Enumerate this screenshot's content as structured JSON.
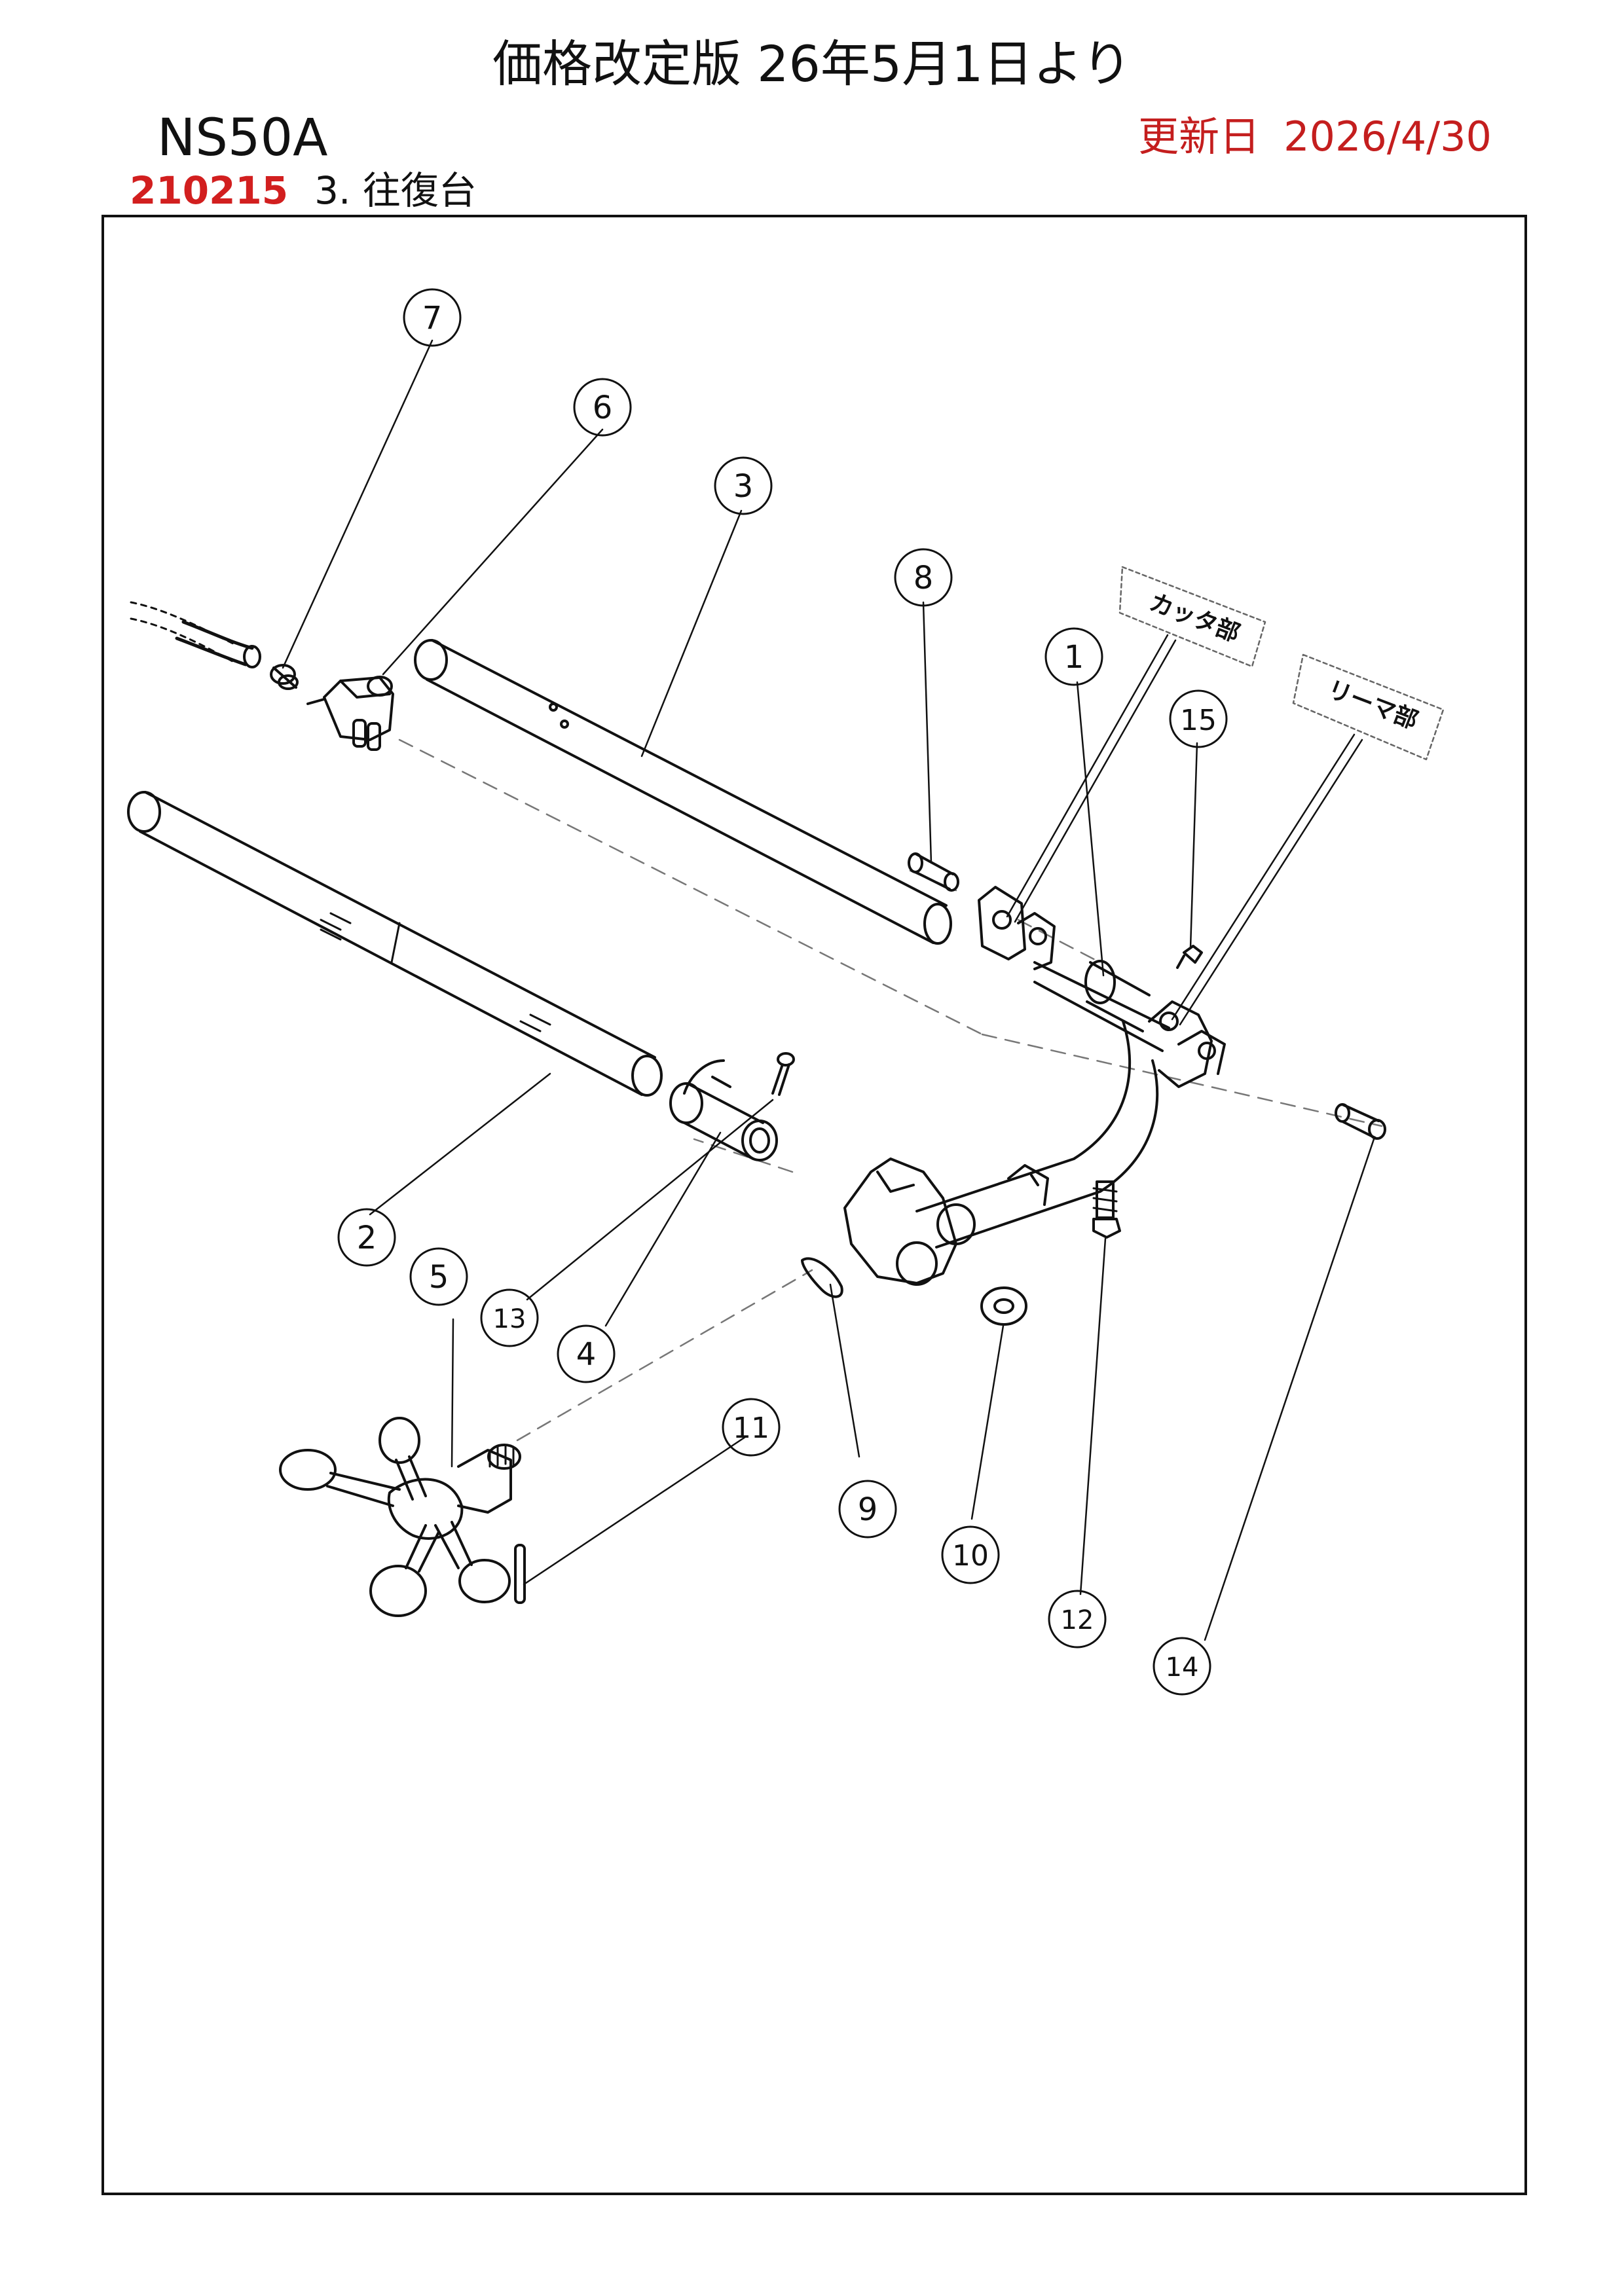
{
  "header": {
    "title": "価格改定版 26年5月1日より",
    "model": "NS50A",
    "updated_label": "更新日",
    "updated_date": "2026/4/30",
    "part_code": "210215",
    "section_title": "3. 往復台"
  },
  "diagram": {
    "labels": {
      "cutter": "カッタ部",
      "reamer": "リーマ部"
    },
    "callouts": [
      "1",
      "2",
      "3",
      "4",
      "5",
      "6",
      "7",
      "8",
      "9",
      "10",
      "11",
      "12",
      "13",
      "14",
      "15"
    ]
  },
  "colors": {
    "accent_red": "#d21f1f",
    "line": "#111111"
  }
}
